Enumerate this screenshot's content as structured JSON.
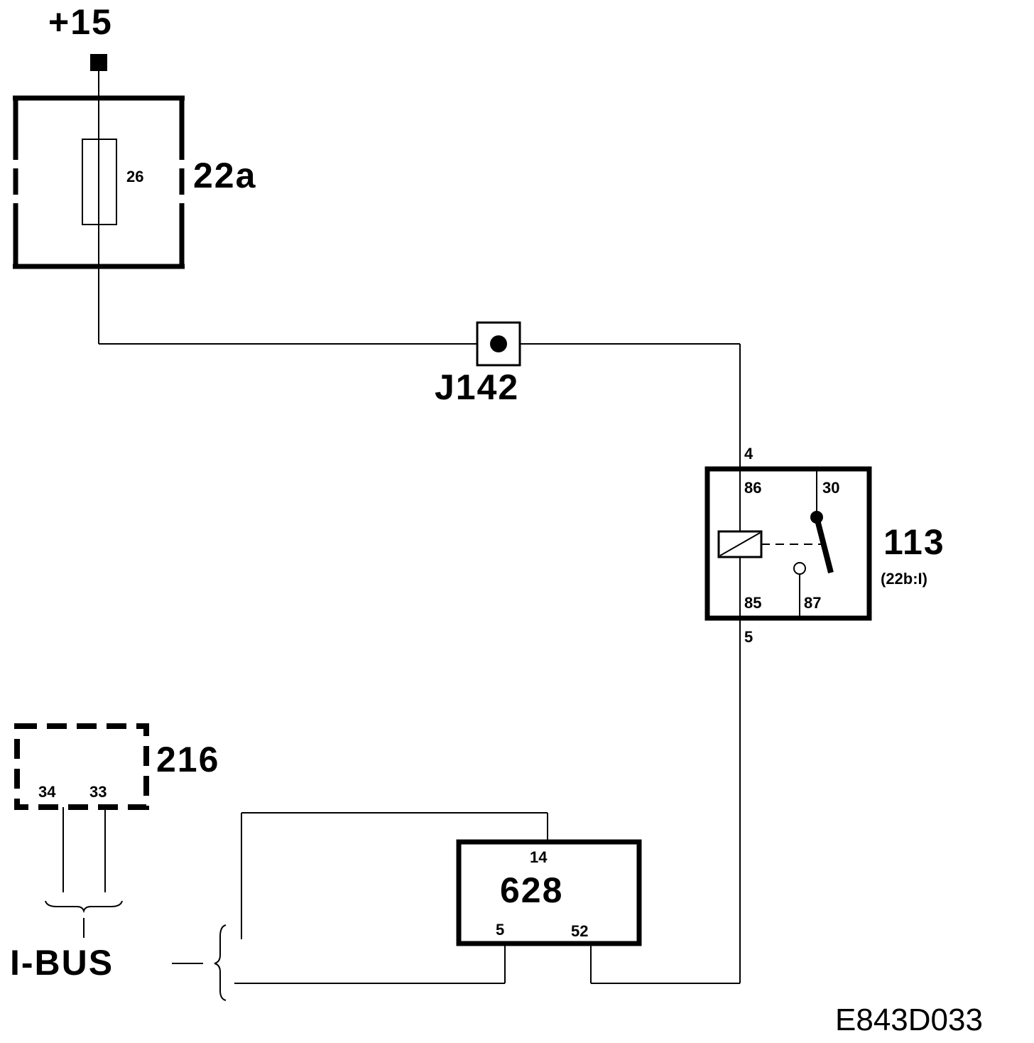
{
  "supply": {
    "label": "+15"
  },
  "fuse_box": {
    "id": "22a",
    "fuse_number": "26"
  },
  "junction": {
    "id": "J142"
  },
  "relay": {
    "id": "113",
    "location": "(22b:I)",
    "pin_in": "4",
    "pin_out": "5",
    "terminal_86": "86",
    "terminal_30": "30",
    "terminal_85": "85",
    "terminal_87": "87"
  },
  "module_216": {
    "id": "216",
    "pin_a": "34",
    "pin_b": "33"
  },
  "module_628": {
    "id": "628",
    "pin_top": "14",
    "pin_left": "5",
    "pin_right": "52"
  },
  "bus": {
    "label": "I-BUS"
  },
  "diagram_code": "E843D033"
}
